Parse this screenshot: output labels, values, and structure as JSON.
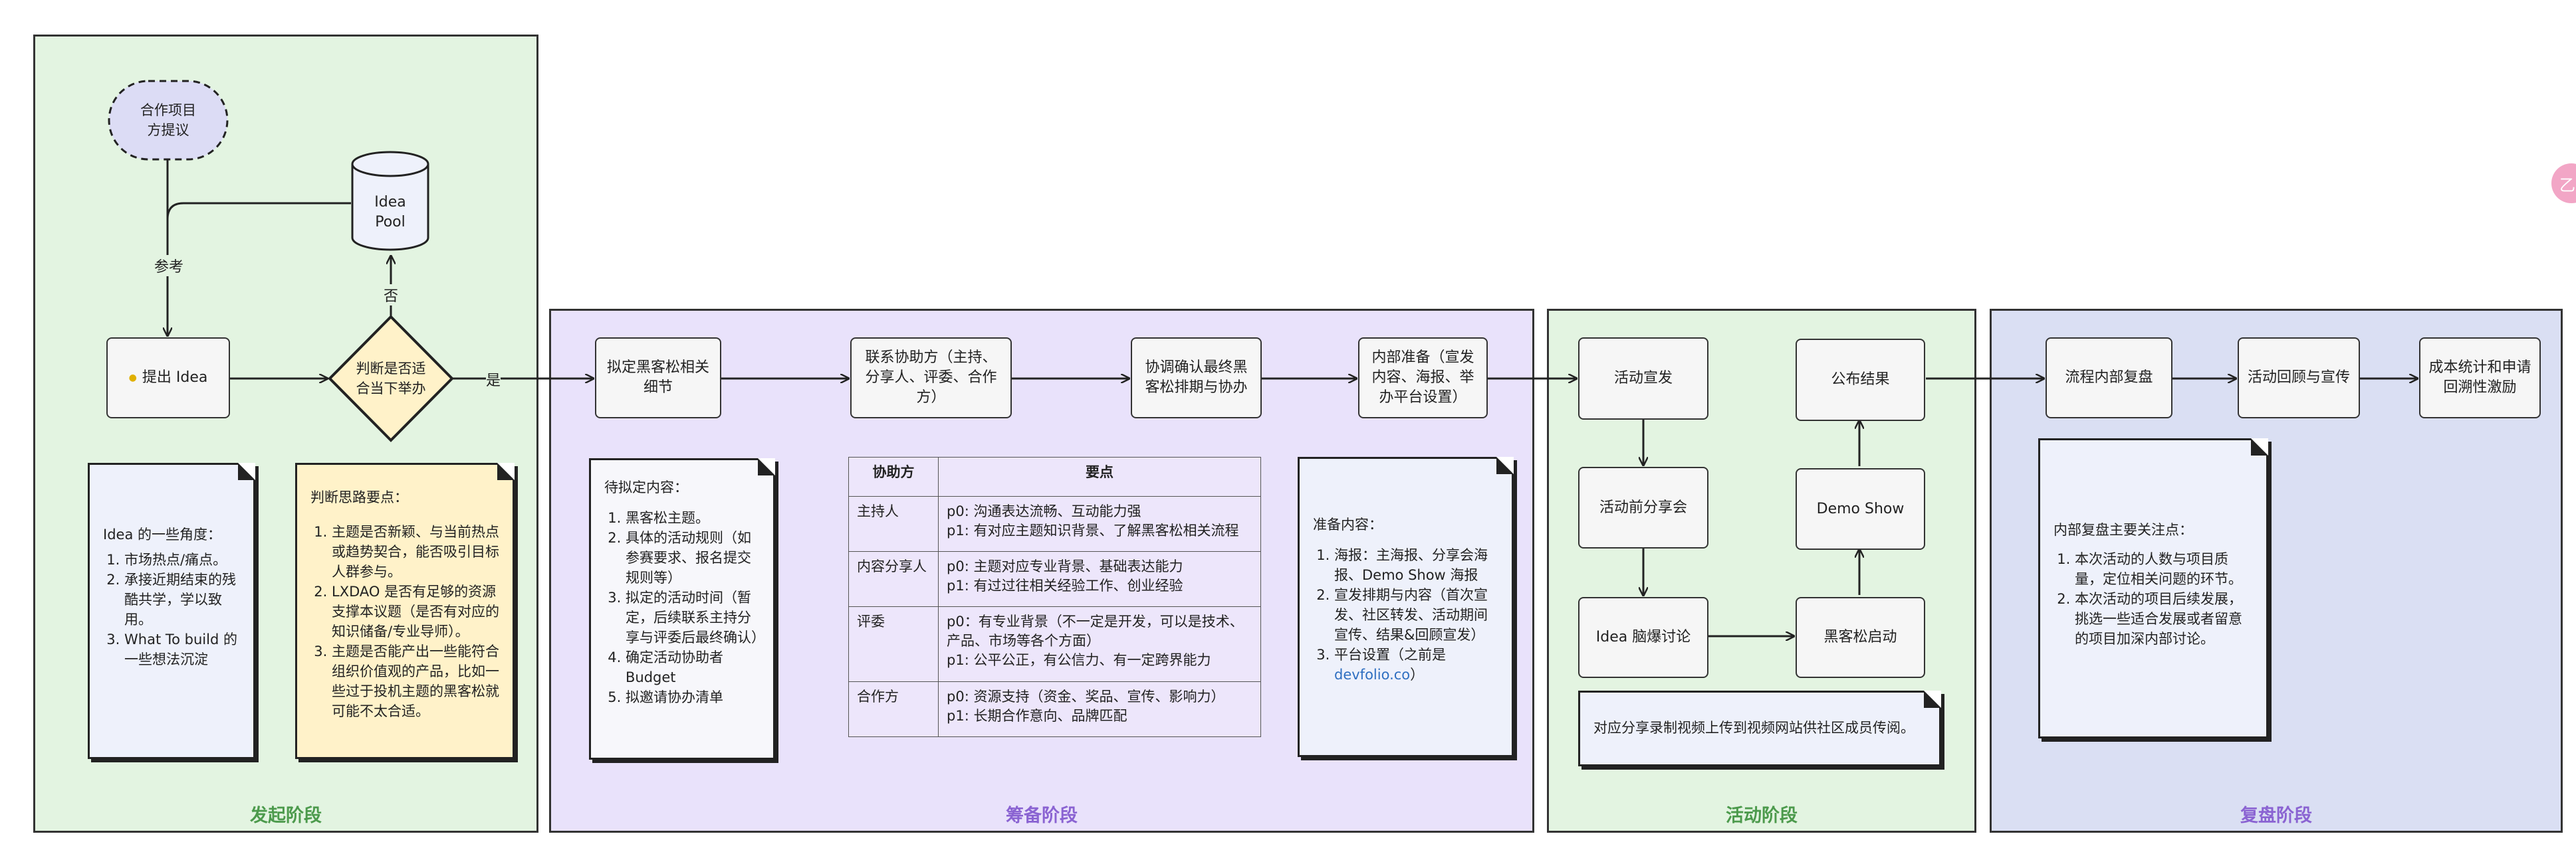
{
  "colors": {
    "phase_green_bg": "#e3f4e1",
    "phase_purple_bg": "#e9e2fb",
    "phase_blue_bg": "#dadff3",
    "title_green": "#4c9a4c",
    "title_purple": "#8a63d2",
    "note_blue": "#eef1fb",
    "note_yellow": "#fff2c9",
    "link": "#2f6fc1"
  },
  "phases": {
    "initiate": "发起阶段",
    "prepare": "筹备阶段",
    "activity": "活动阶段",
    "review": "复盘阶段"
  },
  "nodes": {
    "partner": "合作项目方提议",
    "idea_pool": "Idea Pool",
    "propose": "提出 Idea",
    "judge": "判断是否适合当下举办",
    "draft": "拟定黑客松相关细节",
    "contact": "联系协助方（主持、分享人、评委、合作方）",
    "confirm": "协调确认最终黑客松排期与协办",
    "internal_prep": "内部准备（宣发内容、海报、举办平台设置）",
    "promo": "活动宣发",
    "pre_share": "活动前分享会",
    "brainstorm": "Idea 脑爆讨论",
    "start": "黑客松启动",
    "demo": "Demo Show",
    "results": "公布结果",
    "review_internal": "流程内部复盘",
    "review_promo": "活动回顾与宣传",
    "stats": "成本统计和申请回溯性激励"
  },
  "edge_labels": {
    "reference": "参考",
    "no": "否",
    "yes": "是"
  },
  "notes": {
    "idea_angles": {
      "title": "Idea 的一些角度：",
      "items": [
        "市场热点/痛点。",
        "承接近期结束的残酷共学，学以致用。",
        "What To build 的一些想法沉淀"
      ]
    },
    "judge_points": {
      "title": "判断思路要点：",
      "items": [
        "主题是否新颖、与当前热点或趋势契合，能否吸引目标人群参与。",
        "LXDAO 是否有足够的资源支撑本议题（是否有对应的知识储备/专业导师）。",
        "主题是否能产出一些能符合组织价值观的产品，比如一些过于投机主题的黑客松就可能不太合适。"
      ]
    },
    "draft_items": {
      "title": "待拟定内容：",
      "items": [
        "黑客松主题。",
        "具体的活动规则（如参赛要求、报名提交规则等）",
        "拟定的活动时间（暂定，后续联系主持分享与评委后最终确认）",
        "确定活动协助者 Budget",
        "拟邀请协办清单"
      ]
    },
    "prep_items": {
      "title": "准备内容：",
      "items": [
        "海报：主海报、分享会海报、Demo Show 海报",
        "宣发排期与内容（首次宣发、社区转发、活动期间宣传、结果&回顾宣发）",
        "平台设置（之前是"
      ],
      "link": "devfolio.co",
      "link_suffix": "）"
    },
    "upload": {
      "text": "对应分享录制视频上传到视频网站供社区成员传阅。"
    },
    "review_focus": {
      "title": "内部复盘主要关注点：",
      "items": [
        "本次活动的人数与项目质量，定位相关问题的环节。",
        "本次活动的项目后续发展，挑选一些适合发展或者留意的项目加深内部讨论。"
      ]
    }
  },
  "roles_table": {
    "headers": [
      "协助方",
      "要点"
    ],
    "rows": [
      {
        "role": "主持人",
        "points": [
          "p0: 沟通表达流畅、互动能力强",
          "p1: 有对应主题知识背景、了解黑客松相关流程"
        ]
      },
      {
        "role": "内容分享人",
        "points": [
          "p0: 主题对应专业背景、基础表达能力",
          "p1: 有过过往相关经验工作、创业经验"
        ]
      },
      {
        "role": "评委",
        "points": [
          "p0：有专业背景（不一定是开发，可以是技术、产品、市场等各个方面）",
          "p1: 公平公正，有公信力、有一定跨界能力"
        ]
      },
      {
        "role": "合作方",
        "points": [
          "p0: 资源支持（资金、奖品、宣传、影响力）",
          "p1: 长期合作意向、品牌匹配"
        ]
      }
    ]
  },
  "avatar_text": "乙"
}
